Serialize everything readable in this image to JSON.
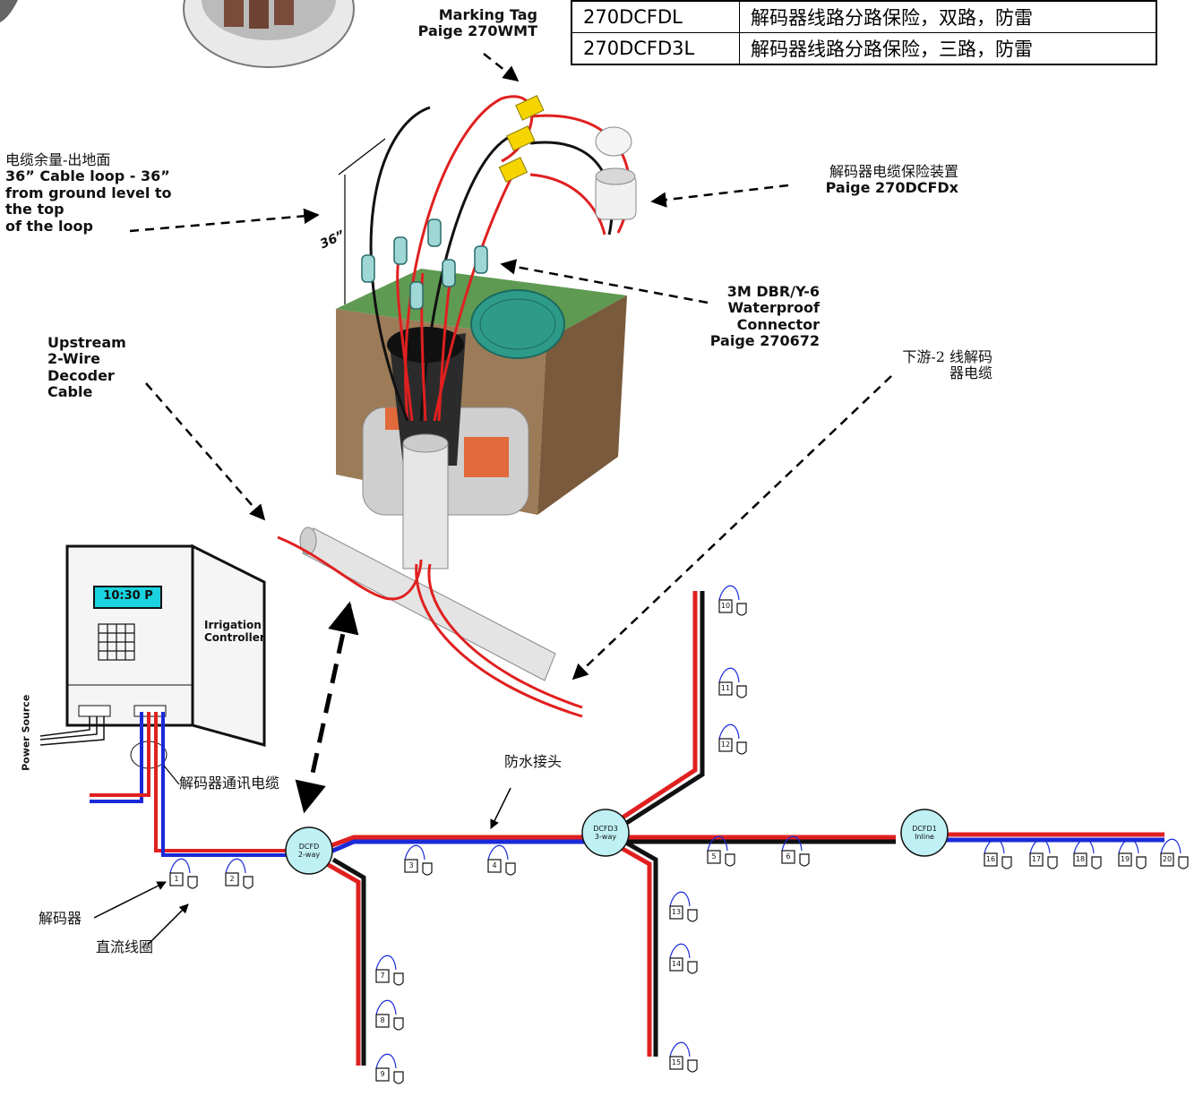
{
  "parts_table": [
    {
      "code": "270DCFDL",
      "desc": "解码器线路分路保险，双路，防雷"
    },
    {
      "code": "270DCFD3L",
      "desc": "解码器线路分路保险，三路，防雷"
    }
  ],
  "labels": {
    "marking_tag": "Marking Tag",
    "marking_tag_part": "Paige 270WMT",
    "cable_loop_zh": "电缆余量-出地面",
    "cable_loop_1": "36” Cable loop - 36”",
    "cable_loop_2": "from ground level to",
    "cable_loop_3": "the top",
    "cable_loop_4": "of the loop",
    "loop_dim": "36”",
    "fuse_zh": "解码器电缆保险装置",
    "fuse_part": "Paige 270DCFDx",
    "connector_1": "3M DBR/Y-6",
    "connector_2": "Waterproof",
    "connector_3": "Connector",
    "connector_4": "Paige 270672",
    "upstream_1": "Upstream",
    "upstream_2": "2-Wire",
    "upstream_3": "Decoder",
    "upstream_4": "Cable",
    "downstream_zh_1": "下游-2 线解码",
    "downstream_zh_2": "器电缆",
    "controller_time": "10:30 P",
    "controller_1": "Irrigation",
    "controller_2": "Controller",
    "power_source": "Power Source",
    "comm_cable_zh": "解码器通讯电缆",
    "waterproof_joint_zh": "防水接头",
    "decoder_zh": "解码器",
    "coil_zh": "直流线圈"
  },
  "fuse_nodes": [
    {
      "line1": "DCFD",
      "line2": "2-way"
    },
    {
      "line1": "DCFD3",
      "line2": "3-way"
    },
    {
      "line1": "DCFD1",
      "line2": "Inline"
    }
  ],
  "decoders": [
    "1",
    "2",
    "3",
    "4",
    "5",
    "6",
    "7",
    "8",
    "9",
    "10",
    "11",
    "12",
    "13",
    "14",
    "15",
    "16",
    "17",
    "18",
    "19",
    "20"
  ],
  "colors": {
    "red_wire": "#e02020",
    "blue_wire": "#1a2ad8",
    "black_wire": "#111111",
    "node_fill": "#bff0f4",
    "tag": "#f5d400",
    "grass": "#5f9a52",
    "soil": "#8a6a4c",
    "box_lid": "#2e9a8a"
  }
}
